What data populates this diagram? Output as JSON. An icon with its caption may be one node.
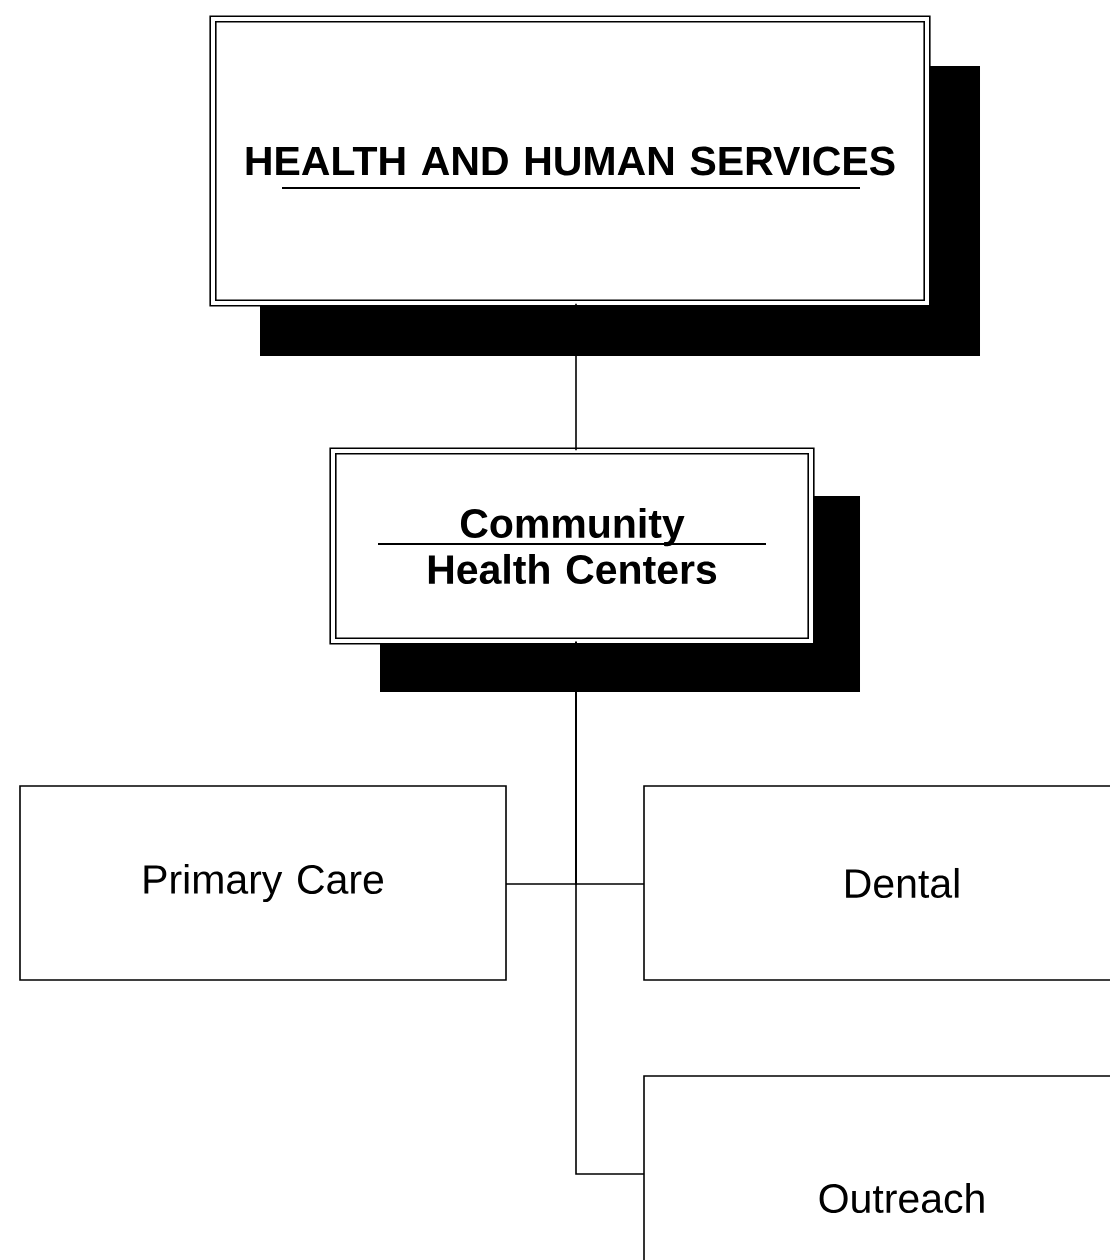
{
  "diagram": {
    "nodes": [
      {
        "text": [
          "HEALTH AND HUMAN SERVICES"
        ]
      },
      {
        "text": [
          "Community Health Centers"
        ]
      },
      {
        "text": [
          "Primary Care"
        ]
      },
      {
        "text": [
          "Dental"
        ]
      },
      {
        "text": [
          "Outreach"
        ]
      }
    ],
    "edges": [
      {
        "from": 0,
        "to": 1,
        "arrow": "none"
      },
      {
        "from": 1,
        "to": 2,
        "arrow": "none"
      },
      {
        "from": 1,
        "to": 3,
        "arrow": "none"
      },
      {
        "from": 1,
        "to": 4,
        "arrow": "none"
      }
    ]
  }
}
